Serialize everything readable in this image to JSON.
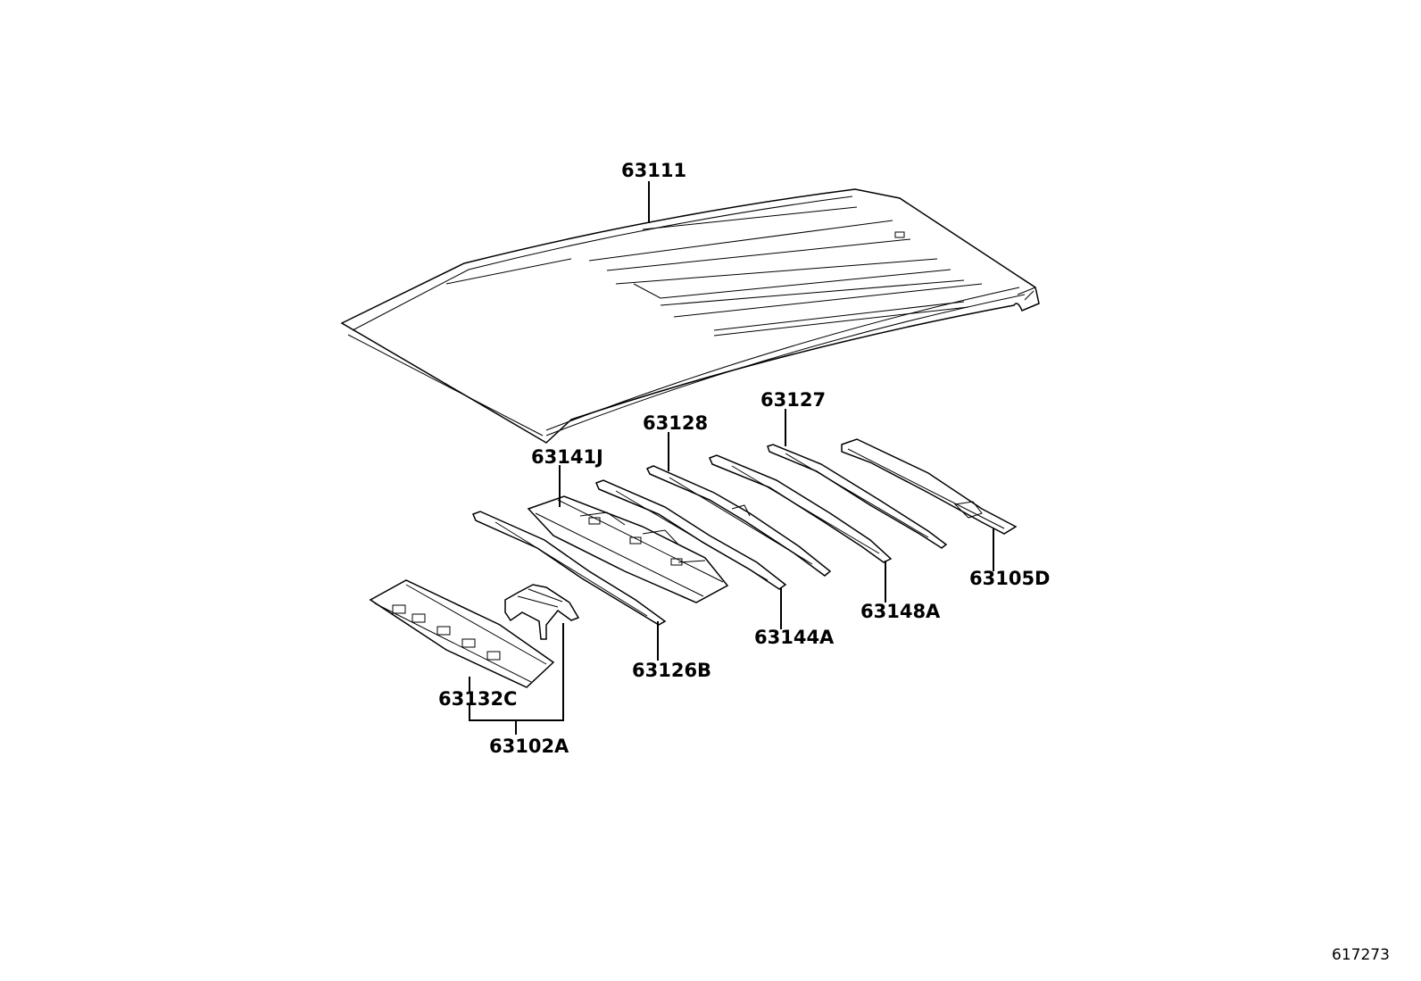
{
  "labels": {
    "roof_panel": "63111",
    "rail_63127": "63127",
    "rail_63128": "63128",
    "rail_63141J": "63141J",
    "panel_63105D": "63105D",
    "rail_63148A": "63148A",
    "rail_63144A": "63144A",
    "rail_63126B": "63126B",
    "panel_63132C": "63132C",
    "assembly_63102A": "63102A"
  },
  "reference_number": "617273",
  "colors": {
    "line": "#000000",
    "background": "#ffffff"
  }
}
